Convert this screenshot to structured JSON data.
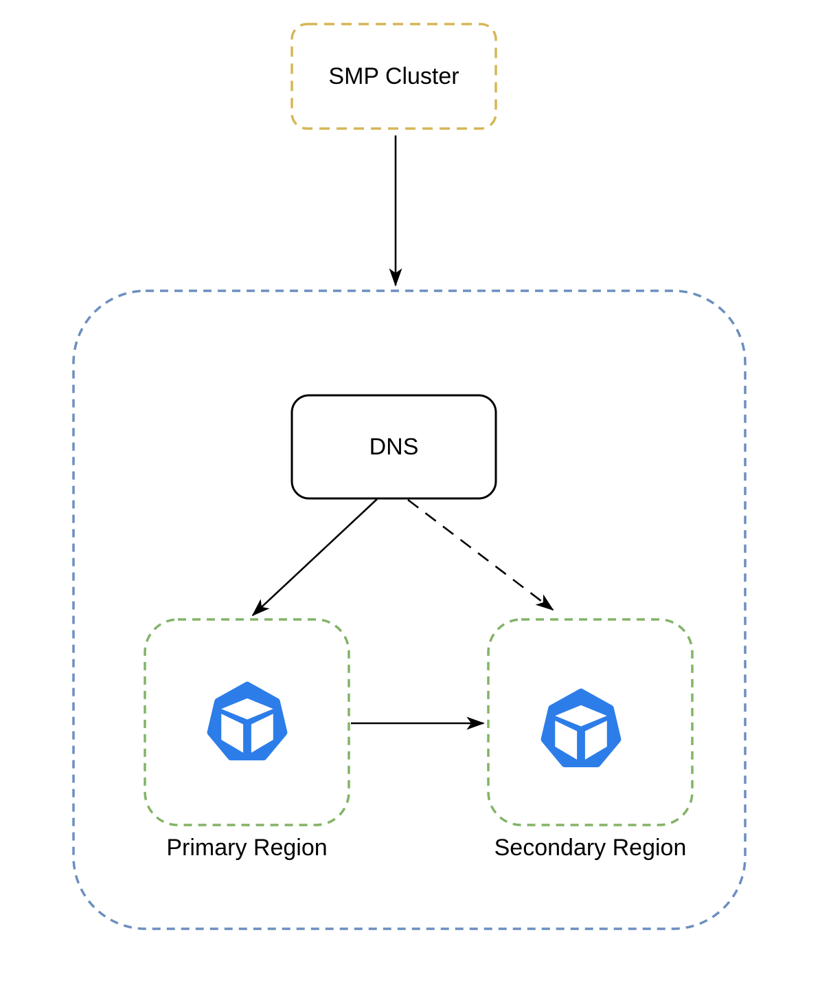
{
  "nodes": {
    "smp_cluster": {
      "label": "SMP Cluster",
      "border_color": "#d6b656",
      "border_style": "dashed",
      "fill": "#ffffff"
    },
    "multi_region_container": {
      "label": "",
      "border_color": "#6c8ebf",
      "border_style": "dashed",
      "fill": "none"
    },
    "dns": {
      "label": "DNS",
      "border_color": "#000000",
      "border_style": "solid",
      "fill": "#ffffff"
    },
    "primary_region": {
      "label": "Primary Region",
      "border_color": "#82b366",
      "border_style": "dashed",
      "fill": "#ffffff"
    },
    "secondary_region": {
      "label": "Secondary Region",
      "border_color": "#82b366",
      "border_style": "dashed",
      "fill": "#ffffff"
    }
  },
  "icons": {
    "primary_region": {
      "name": "cluster-cube-icon",
      "color": "#2d7de9",
      "cube_color": "#ffffff"
    },
    "secondary_region": {
      "name": "cluster-cube-icon",
      "color": "#2d7de9",
      "cube_color": "#ffffff"
    }
  },
  "edges": [
    {
      "from": "SMP Cluster",
      "to": "multi-region container",
      "style": "solid",
      "arrowhead": "filled",
      "color": "#000000"
    },
    {
      "from": "DNS",
      "to": "Primary Region",
      "style": "solid",
      "arrowhead": "filled",
      "color": "#000000"
    },
    {
      "from": "DNS",
      "to": "Secondary Region",
      "style": "dashed",
      "arrowhead": "filled",
      "color": "#000000"
    },
    {
      "from": "Primary Region",
      "to": "Secondary Region",
      "style": "solid",
      "arrowhead": "filled",
      "color": "#000000"
    }
  ]
}
